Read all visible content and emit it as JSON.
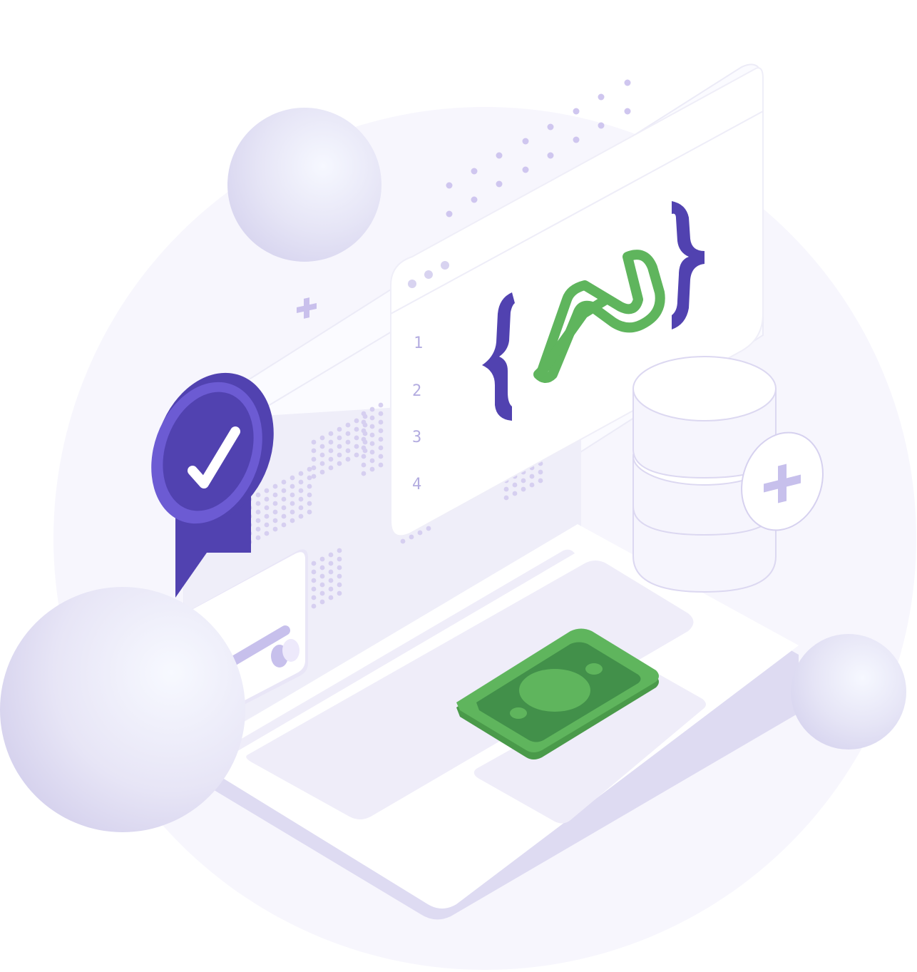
{
  "illustration": {
    "editor": {
      "line_numbers": [
        "1",
        "2",
        "3",
        "4"
      ],
      "window_dots": 3
    },
    "icons": {
      "badge": "checkmark-badge-icon",
      "code_logo": "curly-braces-logo-icon",
      "database": "database-icon",
      "add": "plus-icon",
      "money": "banknote-icon",
      "card": "credit-card-icon"
    },
    "colors": {
      "background_circle": "#f7f6fd",
      "accent_purple": "#5142b0",
      "accent_purple_light": "#6c5bd3",
      "accent_green": "#5fb55d",
      "accent_green_dark": "#42904a",
      "lavender": "#c7c0ec",
      "panel": "#ffffff"
    }
  }
}
